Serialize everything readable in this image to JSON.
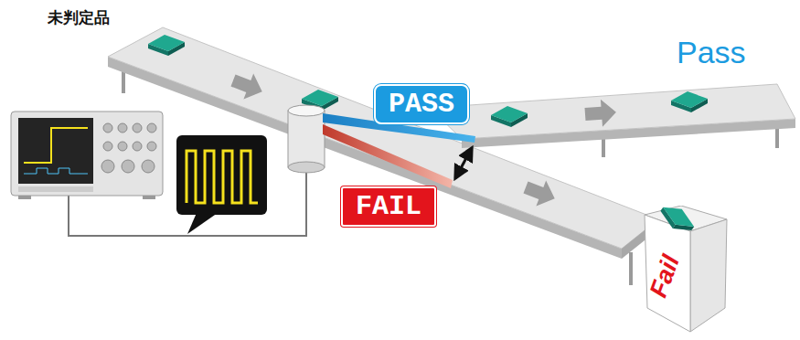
{
  "diagram": {
    "nodes": [
      {
        "text": [
          "PASS"
        ]
      },
      {
        "text": [
          "FAIL"
        ]
      },
      {
        "text": [
          "Fail"
        ]
      }
    ],
    "labels": [
      "未判定品",
      "Pass"
    ]
  }
}
